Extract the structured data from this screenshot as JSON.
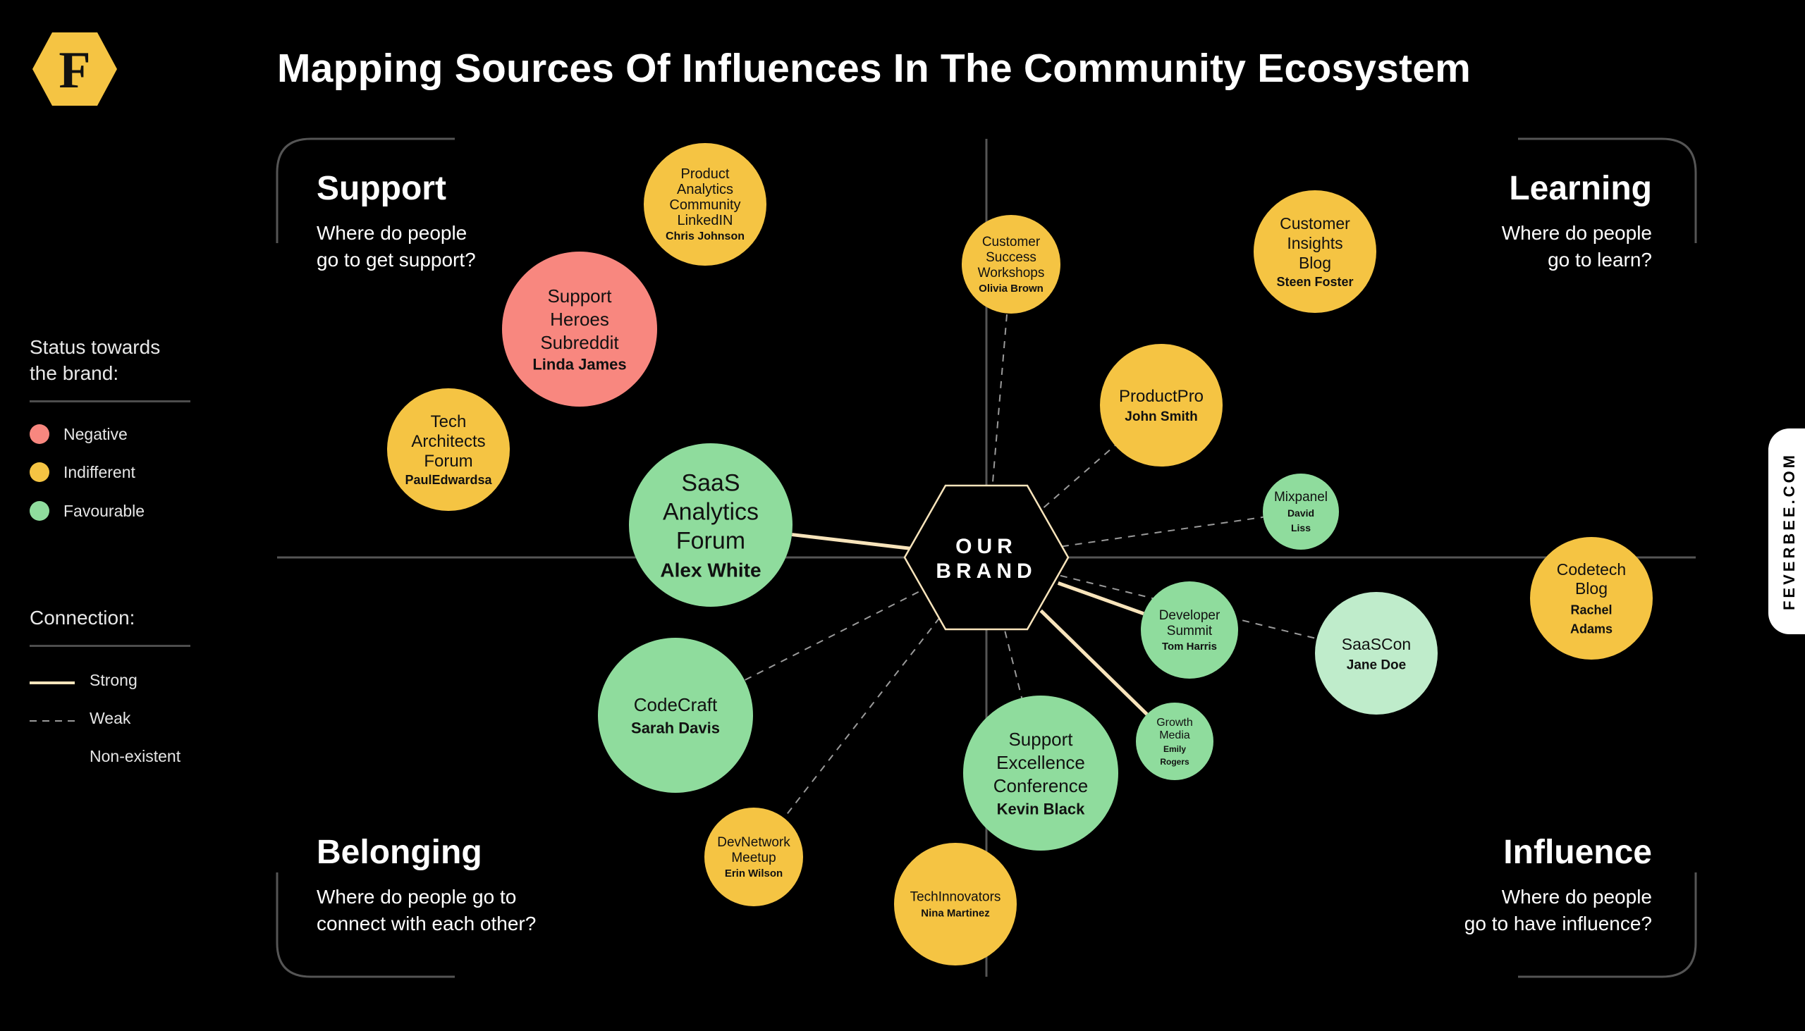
{
  "title": "Mapping Sources Of Influences In The Community Ecosystem",
  "logo": {
    "letter": "F",
    "color": "#f5c443"
  },
  "side_tab": {
    "label": "FEVERBEE.COM"
  },
  "colors": {
    "negative": "#f8877f",
    "indifferent": "#f5c443",
    "favourable": "#8fdc9d",
    "favourable_light": "#bfeccb",
    "strong_line": "#f8e4bb",
    "weak_line": "#9a9a9a",
    "quadrant_line": "#555555"
  },
  "quadrants": {
    "support": {
      "heading": "Support",
      "sub": "Where do people\ngo to get support?"
    },
    "learning": {
      "heading": "Learning",
      "sub": "Where do people\ngo to learn?"
    },
    "belonging": {
      "heading": "Belonging",
      "sub": "Where do people go to\nconnect with each other?"
    },
    "influence": {
      "heading": "Influence",
      "sub": "Where do people\ngo to have influence?"
    }
  },
  "legend": {
    "status_title": "Status towards\nthe brand:",
    "status_items": [
      "Negative",
      "Indifferent",
      "Favourable"
    ],
    "connection_title": "Connection:",
    "connection_items": [
      "Strong",
      "Weak",
      "Non-existent"
    ]
  },
  "center": {
    "line1": "OUR",
    "line2": "BRAND"
  },
  "nodes": [
    {
      "name": "Product Analytics Community LinkedIN",
      "lines": [
        "Product",
        "Analytics",
        "Community",
        "LinkedIN"
      ],
      "person": "Chris Johnson",
      "status": "indifferent",
      "connection": "none"
    },
    {
      "name": "Support Heroes Subreddit",
      "lines": [
        "Support",
        "Heroes",
        "Subreddit"
      ],
      "person": "Linda James",
      "status": "negative",
      "connection": "none"
    },
    {
      "name": "Tech Architects Forum",
      "lines": [
        "Tech",
        "Architects",
        "Forum"
      ],
      "person": "PaulEdwardsa",
      "status": "indifferent",
      "connection": "none"
    },
    {
      "name": "SaaS Analytics Forum",
      "lines": [
        "SaaS",
        "Analytics",
        "Forum"
      ],
      "person": "Alex White",
      "status": "favourable",
      "connection": "strong"
    },
    {
      "name": "Customer Success Workshops",
      "lines": [
        "Customer",
        "Success",
        "Workshops"
      ],
      "person": "Olivia Brown",
      "status": "indifferent",
      "connection": "weak"
    },
    {
      "name": "Customer Insights Blog",
      "lines": [
        "Customer",
        "Insights",
        "Blog"
      ],
      "person": "Steen Foster",
      "status": "indifferent",
      "connection": "none"
    },
    {
      "name": "ProductPro",
      "lines": [
        "ProductPro"
      ],
      "person": "John Smith",
      "status": "indifferent",
      "connection": "weak"
    },
    {
      "name": "Mixpanel",
      "lines": [
        "Mixpanel"
      ],
      "person": "David\nLiss",
      "status": "favourable",
      "connection": "weak"
    },
    {
      "name": "Codetech Blog",
      "lines": [
        "Codetech",
        "Blog"
      ],
      "person": "Rachel\nAdams",
      "status": "indifferent",
      "connection": "none"
    },
    {
      "name": "Developer Summit",
      "lines": [
        "Developer",
        "Summit"
      ],
      "person": "Tom Harris",
      "status": "favourable",
      "connection": "strong"
    },
    {
      "name": "SaaSCon",
      "lines": [
        "SaaSCon"
      ],
      "person": "Jane Doe",
      "status": "favourable",
      "connection": "weak"
    },
    {
      "name": "Growth Media",
      "lines": [
        "Growth",
        "Media"
      ],
      "person": "Emily\nRogers",
      "status": "favourable",
      "connection": "strong"
    },
    {
      "name": "Support Excellence Conference",
      "lines": [
        "Support",
        "Excellence",
        "Conference"
      ],
      "person": "Kevin Black",
      "status": "favourable",
      "connection": "weak"
    },
    {
      "name": "CodeCraft",
      "lines": [
        "CodeCraft"
      ],
      "person": "Sarah Davis",
      "status": "favourable",
      "connection": "weak"
    },
    {
      "name": "DevNetwork Meetup",
      "lines": [
        "DevNetwork",
        "Meetup"
      ],
      "person": "Erin Wilson",
      "status": "indifferent",
      "connection": "weak"
    },
    {
      "name": "TechInnovators",
      "lines": [
        "TechInnovators"
      ],
      "person": "Nina Martinez",
      "status": "indifferent",
      "connection": "none"
    }
  ]
}
